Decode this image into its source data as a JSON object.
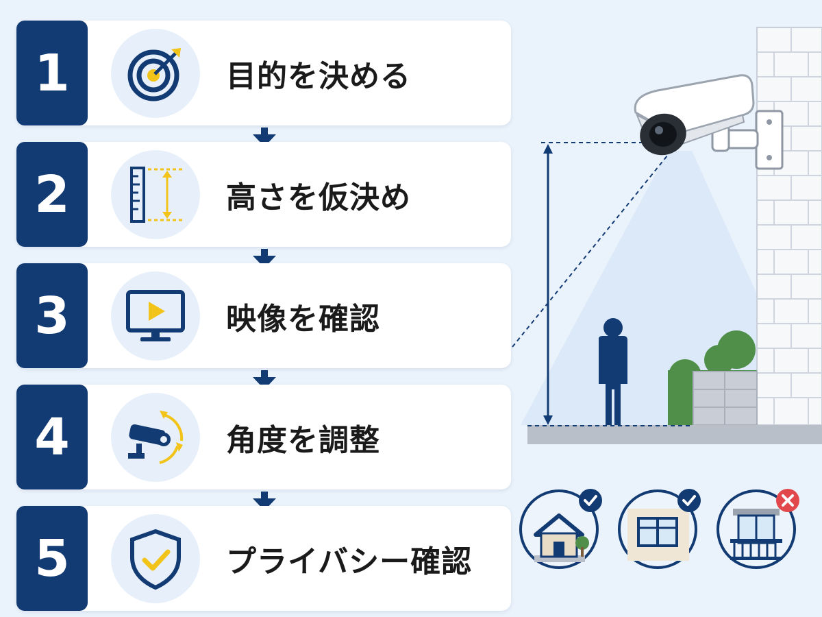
{
  "steps": [
    {
      "number": "1",
      "label": "目的を決める",
      "icon": "target-icon"
    },
    {
      "number": "2",
      "label": "高さを仮決め",
      "icon": "ruler-height-icon"
    },
    {
      "number": "3",
      "label": "映像を確認",
      "icon": "monitor-play-icon"
    },
    {
      "number": "4",
      "label": "角度を調整",
      "icon": "camera-rotate-icon"
    },
    {
      "number": "5",
      "label": "プライバシー確認",
      "icon": "shield-check-icon"
    }
  ],
  "privacy_checks": [
    {
      "icon": "house-icon",
      "status": "ok"
    },
    {
      "icon": "window-icon",
      "status": "ok"
    },
    {
      "icon": "balcony-icon",
      "status": "ng"
    }
  ],
  "colors": {
    "navy": "#123a73",
    "accent": "#f2c318",
    "background": "#eaf2fb",
    "ok": "#123a73",
    "ng": "#e2474b"
  }
}
